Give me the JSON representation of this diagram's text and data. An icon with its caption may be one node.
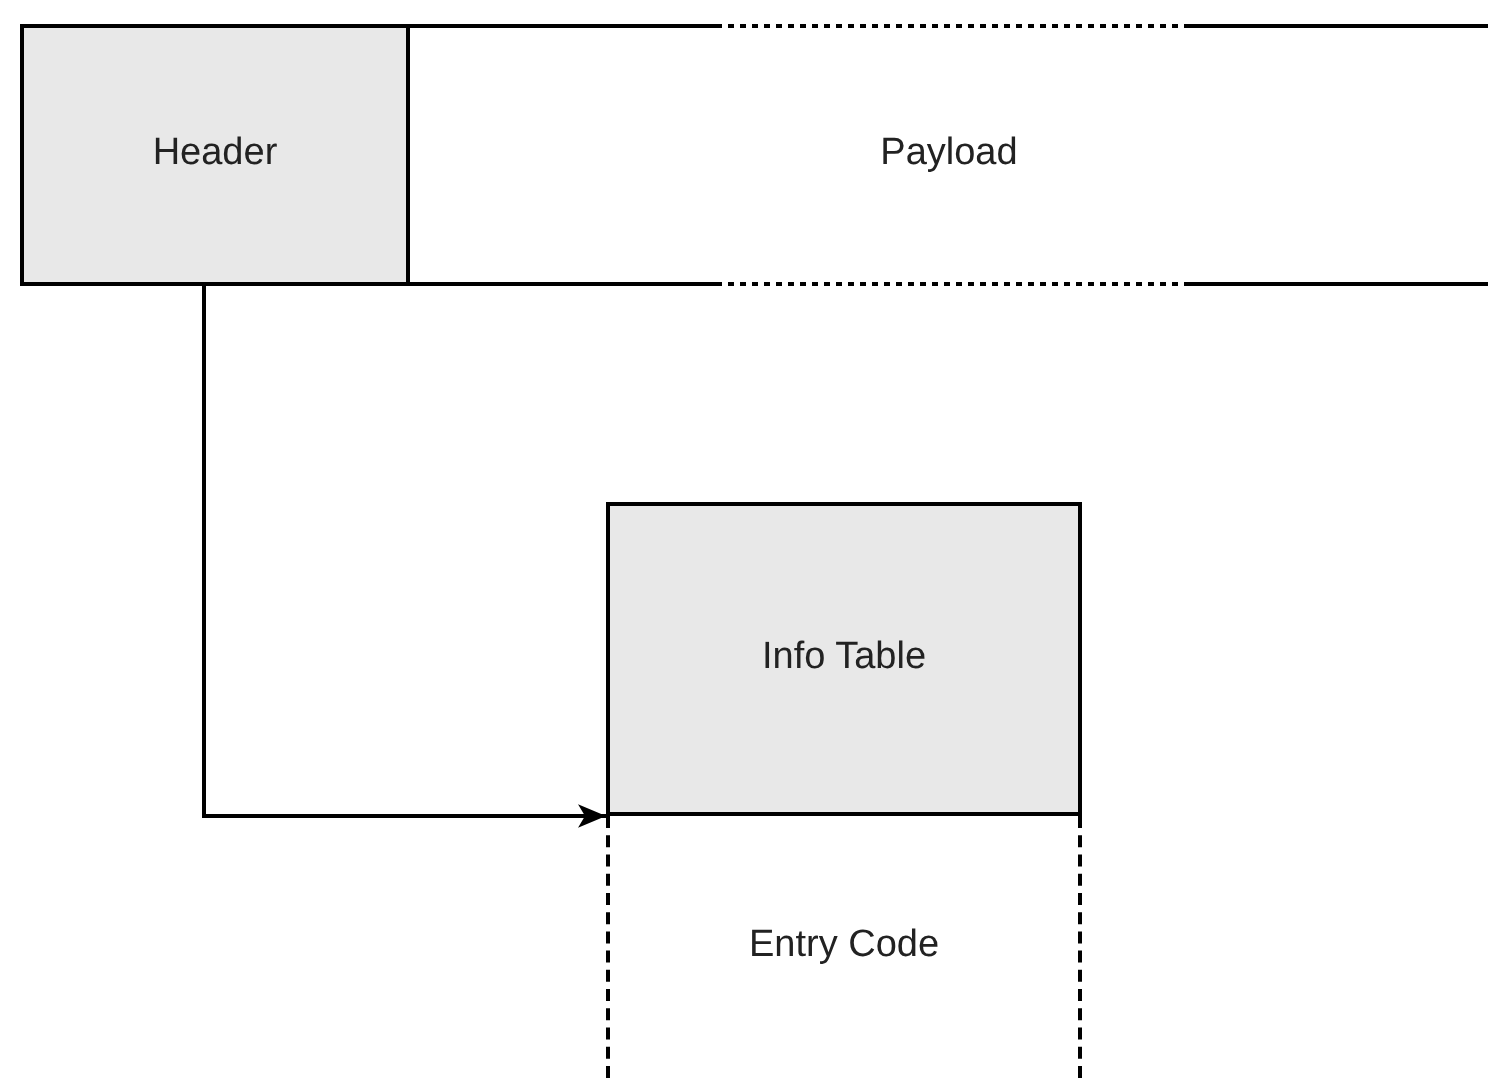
{
  "diagram": {
    "nodes": [
      {
        "text": [
          "Header"
        ]
      },
      {
        "text": [
          "Payload"
        ]
      },
      {
        "text": [
          "Info Table"
        ]
      },
      {
        "text": [
          "Entry Code"
        ]
      }
    ],
    "edges": [
      {
        "from": 0,
        "to": 2,
        "arrow": "to"
      }
    ]
  }
}
